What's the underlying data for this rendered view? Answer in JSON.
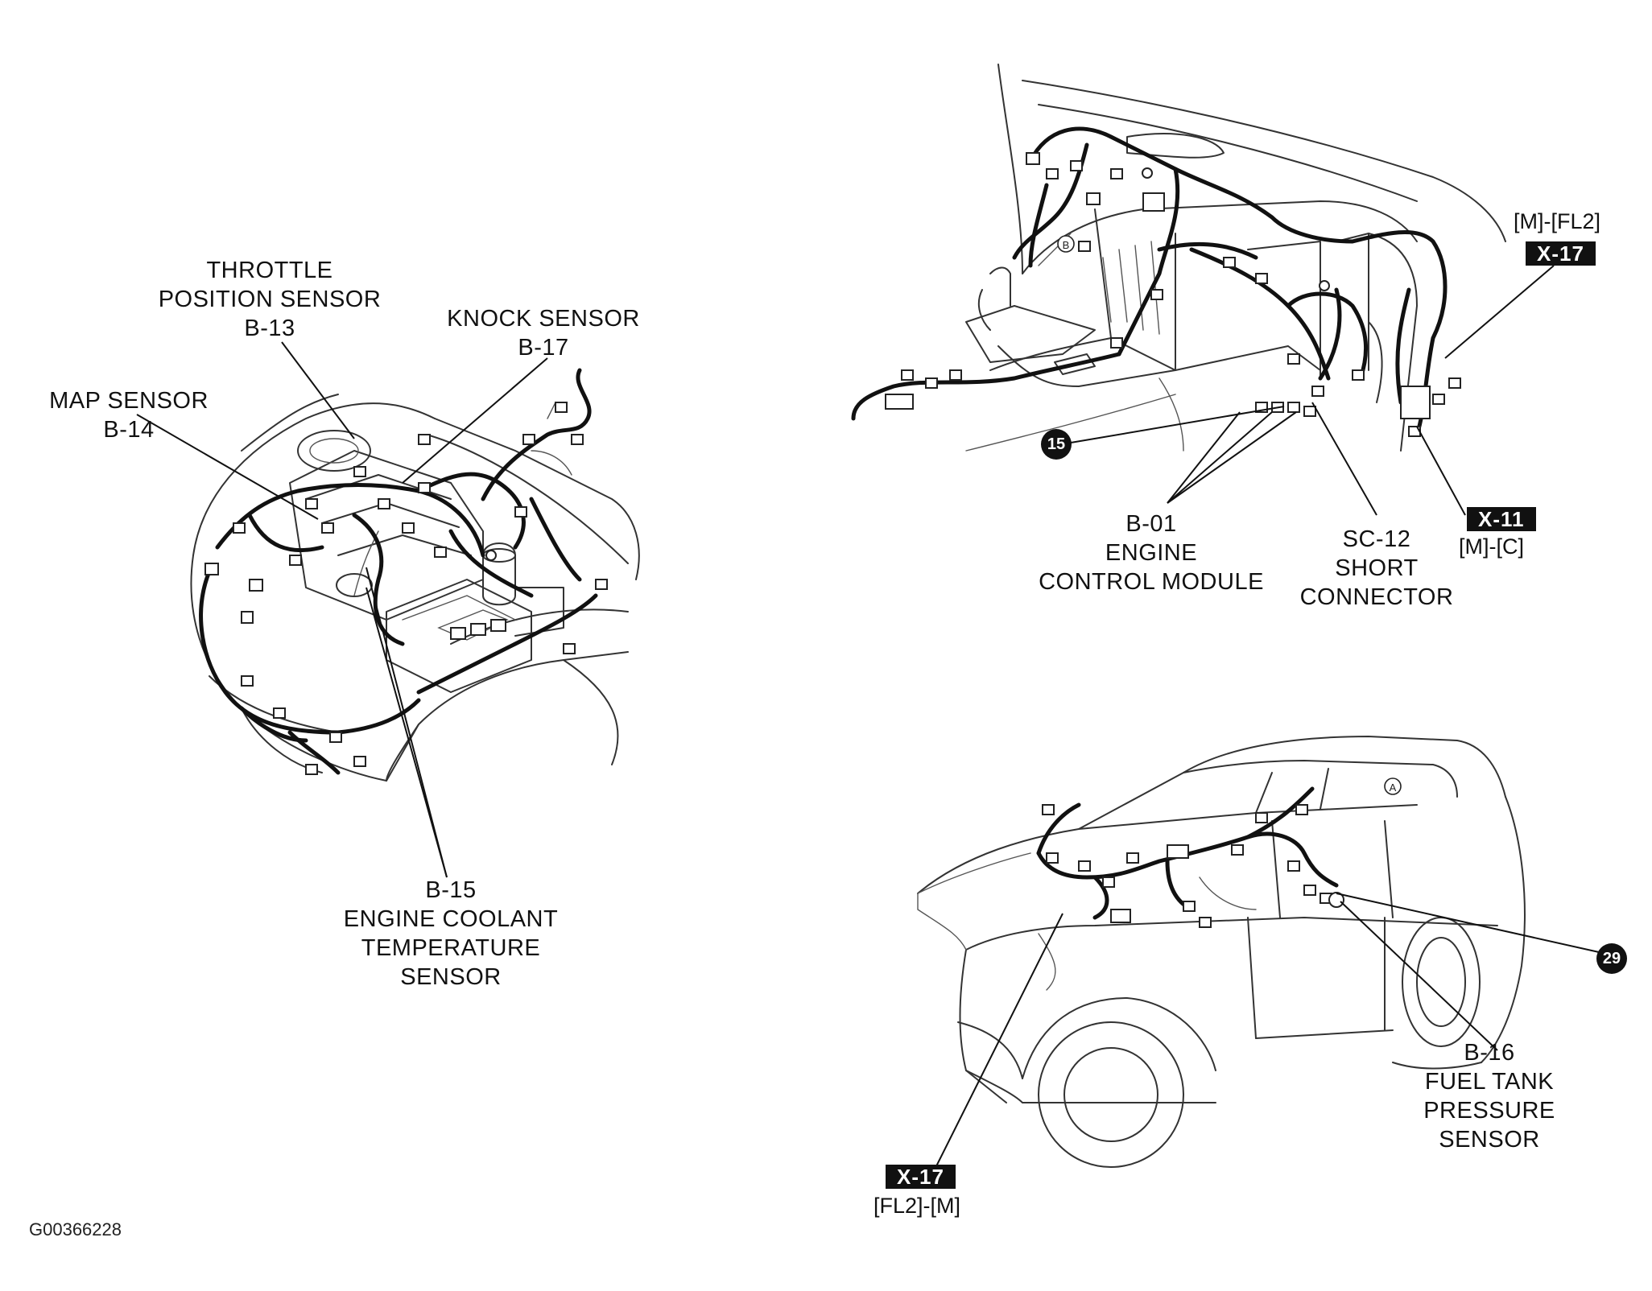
{
  "labels": {
    "throttle": [
      "THROTTLE",
      "POSITION SENSOR",
      "B-13"
    ],
    "knock": [
      "KNOCK SENSOR",
      "B-17"
    ],
    "map": [
      "MAP SENSOR",
      "B-14"
    ],
    "coolant": [
      "B-15",
      "ENGINE COOLANT",
      "TEMPERATURE",
      "SENSOR"
    ],
    "ecm": [
      "B-01",
      "ENGINE",
      "CONTROL MODULE"
    ],
    "short": [
      "SC-12",
      "SHORT",
      "CONNECTOR"
    ],
    "fuel": [
      "B-16",
      "FUEL TANK",
      "PRESSURE",
      "SENSOR"
    ]
  },
  "tags": {
    "x17_top": {
      "bracket": "[M]-[FL2]",
      "code": "X-17"
    },
    "x11": {
      "code": "X-11",
      "bracket": "[M]-[C]"
    },
    "x17_bottom": {
      "code": "X-17",
      "bracket": "[FL2]-[M]"
    }
  },
  "circles": {
    "c15": "15",
    "c29": "29"
  },
  "views": {
    "tag_a": "A",
    "tag_b": "B"
  },
  "figure_id": "G00366228",
  "colors": {
    "ink": "#111111",
    "tag_bg": "#111111",
    "tag_fg": "#ffffff"
  }
}
